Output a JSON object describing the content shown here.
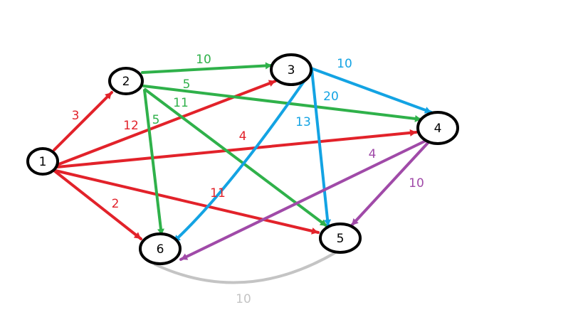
{
  "graph": {
    "colors": {
      "red": "#e2222a",
      "green": "#2fb14a",
      "blue": "#13a3e3",
      "purple": "#a04aa8",
      "gray": "#c4c4c4"
    },
    "nodes": [
      {
        "id": "1",
        "label": "1"
      },
      {
        "id": "2",
        "label": "2"
      },
      {
        "id": "3",
        "label": "3"
      },
      {
        "id": "4",
        "label": "4"
      },
      {
        "id": "5",
        "label": "5"
      },
      {
        "id": "6",
        "label": "6"
      }
    ],
    "edges": [
      {
        "from": "1",
        "to": "2",
        "weight": "3",
        "color": "red",
        "directed": true
      },
      {
        "from": "1",
        "to": "3",
        "weight": "12",
        "color": "red",
        "directed": true
      },
      {
        "from": "1",
        "to": "4",
        "weight": "4",
        "color": "red",
        "directed": true
      },
      {
        "from": "1",
        "to": "5",
        "weight": "11",
        "color": "red",
        "directed": true
      },
      {
        "from": "1",
        "to": "6",
        "weight": "2",
        "color": "red",
        "directed": true
      },
      {
        "from": "2",
        "to": "3",
        "weight": "10",
        "color": "green",
        "directed": true
      },
      {
        "from": "2",
        "to": "4",
        "weight": "5",
        "color": "green",
        "directed": true
      },
      {
        "from": "2",
        "to": "5",
        "weight": "11",
        "color": "green",
        "directed": true
      },
      {
        "from": "2",
        "to": "6",
        "weight": "5",
        "color": "green",
        "directed": true
      },
      {
        "from": "3",
        "to": "4",
        "weight": "10",
        "color": "blue",
        "directed": true
      },
      {
        "from": "3",
        "to": "5",
        "weight": "20",
        "color": "blue",
        "directed": true
      },
      {
        "from": "3",
        "to": "6",
        "weight": "13",
        "color": "blue",
        "directed": true
      },
      {
        "from": "4",
        "to": "6",
        "weight": "4",
        "color": "purple",
        "directed": true
      },
      {
        "from": "4",
        "to": "5",
        "weight": "10",
        "color": "purple",
        "directed": true
      },
      {
        "from": "6",
        "to": "5",
        "weight": "10",
        "color": "gray",
        "directed": false
      }
    ]
  }
}
